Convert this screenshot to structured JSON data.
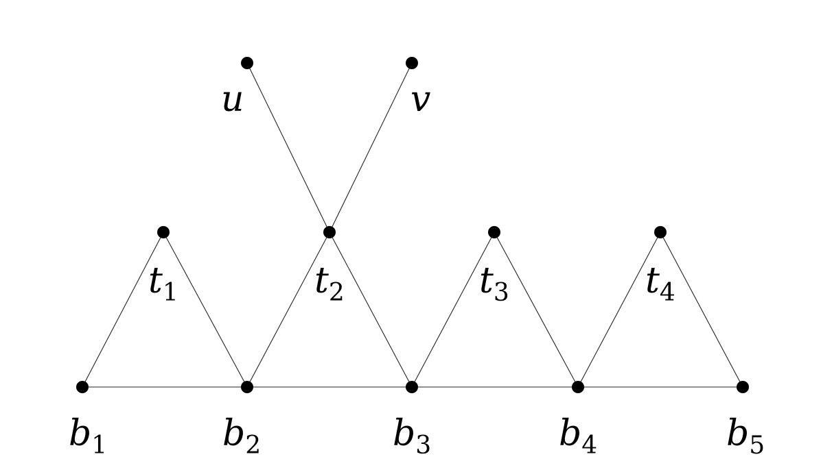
{
  "graph": {
    "vertices": [
      {
        "id": "u",
        "label": "u",
        "sub": ""
      },
      {
        "id": "v",
        "label": "v",
        "sub": ""
      },
      {
        "id": "t1",
        "label": "t",
        "sub": "1"
      },
      {
        "id": "t2",
        "label": "t",
        "sub": "2"
      },
      {
        "id": "t3",
        "label": "t",
        "sub": "3"
      },
      {
        "id": "t4",
        "label": "t",
        "sub": "4"
      },
      {
        "id": "b1",
        "label": "b",
        "sub": "1"
      },
      {
        "id": "b2",
        "label": "b",
        "sub": "2"
      },
      {
        "id": "b3",
        "label": "b",
        "sub": "3"
      },
      {
        "id": "b4",
        "label": "b",
        "sub": "4"
      },
      {
        "id": "b5",
        "label": "b",
        "sub": "5"
      }
    ],
    "edges": [
      [
        "u",
        "t2"
      ],
      [
        "v",
        "t2"
      ],
      [
        "b1",
        "t1"
      ],
      [
        "t1",
        "b2"
      ],
      [
        "b2",
        "t2"
      ],
      [
        "t2",
        "b3"
      ],
      [
        "b3",
        "t3"
      ],
      [
        "t3",
        "b4"
      ],
      [
        "b4",
        "t4"
      ],
      [
        "t4",
        "b5"
      ],
      [
        "b1",
        "b2"
      ],
      [
        "b2",
        "b3"
      ],
      [
        "b3",
        "b4"
      ],
      [
        "b4",
        "b5"
      ]
    ],
    "colors": {
      "vertex": "#000000",
      "edge": "#222222",
      "label": "#000000"
    }
  }
}
